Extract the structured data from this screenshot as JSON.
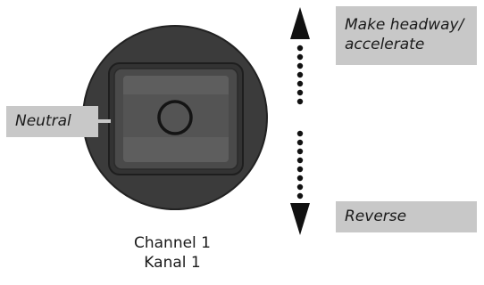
{
  "labels": {
    "neutral": "Neutral",
    "forward_line1": "Make headway/",
    "forward_line2": "accelerate",
    "reverse": "Reverse"
  },
  "caption": {
    "line1": "Channel 1",
    "line2": "Kanal 1"
  },
  "colors": {
    "label_background": "#c8c8c8",
    "knob_outer": "#3c3c3c",
    "knob_face": "#5a5a5a",
    "arrow": "#111111"
  },
  "icons": {
    "control_stick": "joystick-knob-icon",
    "direction": "double-headed-dotted-arrow-icon"
  }
}
